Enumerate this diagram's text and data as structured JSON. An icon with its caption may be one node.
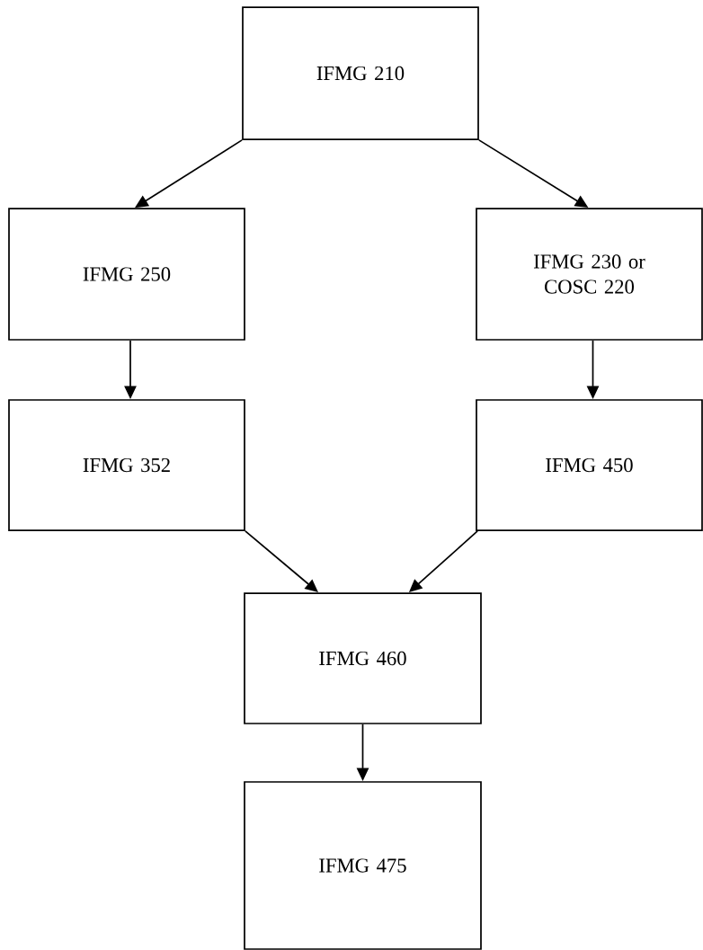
{
  "diagram": {
    "nodes": [
      {
        "text": [
          "IFMG 210"
        ]
      },
      {
        "text": [
          "IFMG 250"
        ]
      },
      {
        "text": [
          "IFMG 230 or COSC 220"
        ]
      },
      {
        "text": [
          "IFMG 352"
        ]
      },
      {
        "text": [
          "IFMG 450"
        ]
      },
      {
        "text": [
          "IFMG 460"
        ]
      },
      {
        "text": [
          "IFMG 475"
        ]
      }
    ],
    "edges": [
      {
        "from": 0,
        "to": 1,
        "arrow": "to"
      },
      {
        "from": 0,
        "to": 2,
        "arrow": "to"
      },
      {
        "from": 1,
        "to": 3,
        "arrow": "to"
      },
      {
        "from": 2,
        "to": 4,
        "arrow": "to"
      },
      {
        "from": 3,
        "to": 5,
        "arrow": "to"
      },
      {
        "from": 4,
        "to": 5,
        "arrow": "to"
      },
      {
        "from": 5,
        "to": 6,
        "arrow": "to"
      }
    ]
  }
}
